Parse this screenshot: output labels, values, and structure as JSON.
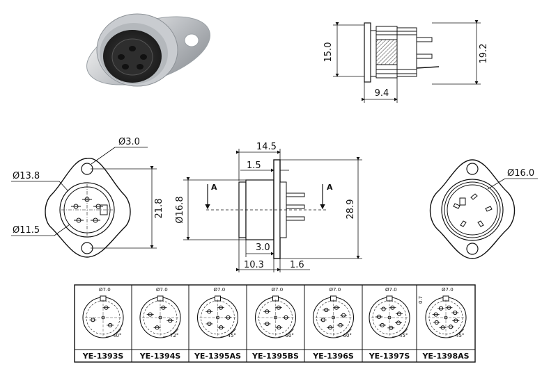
{
  "side_view_top": {
    "height_dim": "15.0",
    "total_height_dim": "19.2",
    "depth_dim": "9.4"
  },
  "front_view": {
    "hole_dim": "Ø3.0",
    "outer_dim": "Ø13.8",
    "inner_dim": "Ø11.5",
    "height_dim": "21.8"
  },
  "section_view": {
    "width_dim": "14.5",
    "flange_dim": "1.5",
    "diameter_dim": "Ø16.8",
    "height_dim": "28.9",
    "section_mark_left": "A",
    "section_mark_right": "A",
    "inner_depth_dim": "3.0",
    "body_depth_dim": "10.3",
    "pin_dim": "1.6"
  },
  "rear_view": {
    "outer_dim": "Ø16.0"
  },
  "pin_layouts": {
    "pitch_label": "Ø7.0",
    "side_note": "0.7",
    "models": [
      {
        "name": "YE-1393S",
        "angle": "40°"
      },
      {
        "name": "YE-1394S",
        "angle": "72°"
      },
      {
        "name": "YE-1395AS",
        "angle": "45°"
      },
      {
        "name": "YE-1395BS",
        "angle": "60°"
      },
      {
        "name": "YE-1396S",
        "angle": "60°"
      },
      {
        "name": "YE-1397S",
        "angle": "45°"
      },
      {
        "name": "YE-1398AS",
        "angle": "45°"
      }
    ]
  }
}
